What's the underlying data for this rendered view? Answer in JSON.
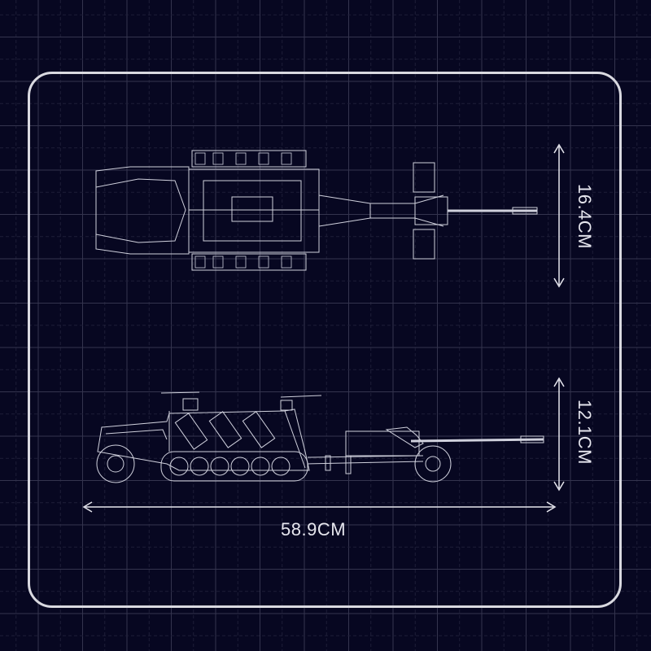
{
  "dimensions": {
    "width_top_view": "16.4CM",
    "height_side_view": "12.1CM",
    "length": "58.9CM"
  },
  "colors": {
    "background": "#070721",
    "line": "#d9d9e0",
    "grid": "#3a3a55"
  }
}
